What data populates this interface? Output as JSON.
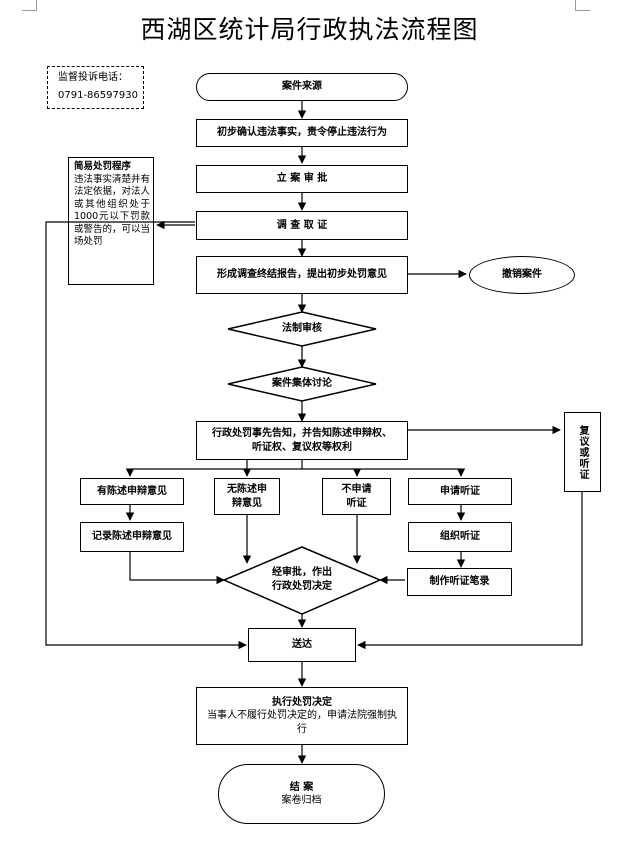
{
  "title": "西湖区统计局行政执法流程图",
  "contact": {
    "line1": "监督投诉电话：",
    "line2": "0791-86597930"
  },
  "simple_procedure": {
    "heading": "简易处罚程序",
    "body": "违法事实清楚并有法定依据，对法人或其他组织处于1000元以下罚款或警告的，可以当场处罚"
  },
  "steps": {
    "source": "案件来源",
    "confirm": "初步确认违法事实，责令停止违法行为",
    "filing": "立 案 审 批",
    "investigate": "调 查 取 证",
    "report": "形成调查终结报告，提出初步处罚意见",
    "revoke": "撤销案件",
    "legal_review": "法制审核",
    "collective": "案件集体讨论",
    "notify_line1": "行政处罚事先告知，并告知陈述申辩权、",
    "notify_line2": "听证权、复议权等权利",
    "review_hearing": "复议或听证",
    "has_statement": "有陈述申辩意见",
    "no_statement_1": "无陈述申",
    "no_statement_2": "辩意见",
    "no_hearing_1": "不申请",
    "no_hearing_2": "听证",
    "apply_hearing": "申请听证",
    "record_statement": "记录陈述申辩意见",
    "organize_hearing": "组织听证",
    "hearing_transcript": "制作听证笔录",
    "decision_1": "经审批，作出",
    "decision_2": "行政处罚决定",
    "deliver": "送达",
    "execute_title": "执行处罚决定",
    "execute_body": "当事人不履行处罚决定的，申请法院强制执行",
    "close_title": "结 案",
    "close_sub": "案卷归档"
  }
}
